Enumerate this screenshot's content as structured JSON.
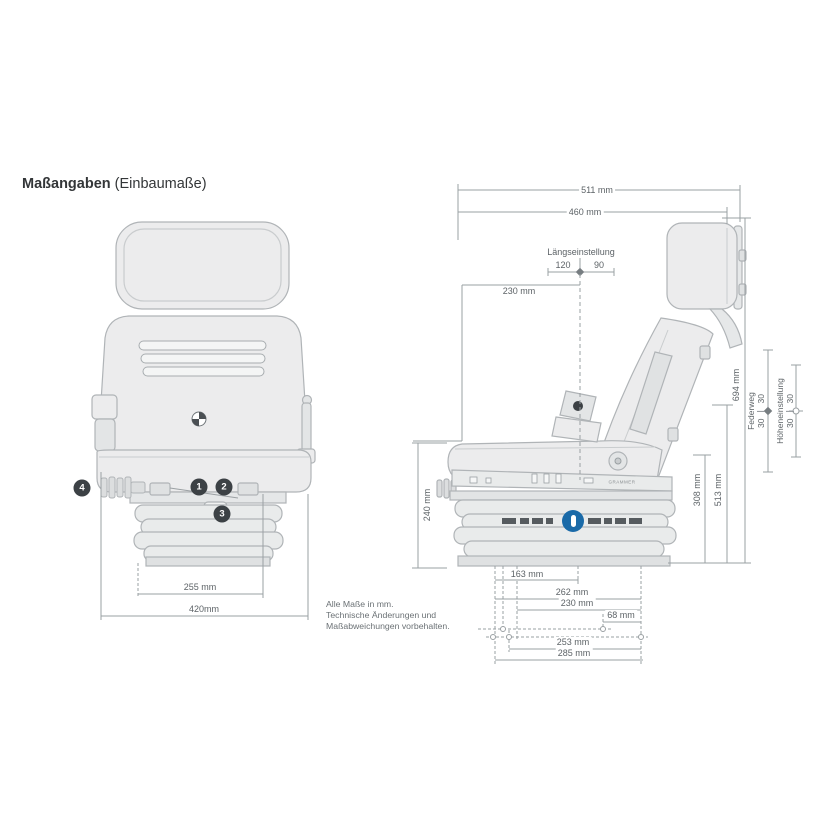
{
  "title": {
    "main": "Maßangaben",
    "sub": "(Einbaumaße)"
  },
  "note": {
    "line1": "Alle Maße in mm.",
    "line2": "Technische Änderungen und",
    "line3": "Maßabweichungen vorbehalten."
  },
  "front": {
    "callout_1": "1",
    "callout_2": "2",
    "callout_3": "3",
    "callout_4": "4",
    "dim_seat_width": "255 mm",
    "dim_total_width": "420mm"
  },
  "side": {
    "dim_511": "511 mm",
    "dim_460": "460 mm",
    "laengseinstellung": {
      "label": "Längseinstellung",
      "back": "120",
      "forward": "90"
    },
    "dim_230_top": "230 mm",
    "dim_694": "694 mm",
    "federweg": {
      "label": "Federweg",
      "up": "30",
      "down": "30"
    },
    "hoeheneinstellung": {
      "label": "Höheneinstellung",
      "up": "30",
      "down": "30"
    },
    "dim_513": "513 mm",
    "dim_308": "308 mm",
    "dim_240": "240 mm",
    "dim_163": "163 mm",
    "dim_262": "262 mm",
    "dim_230_bottom": "230 mm",
    "dim_68": "68 mm",
    "dim_253": "253 mm",
    "dim_285": "285 mm",
    "brand": "GRAMMER"
  },
  "icons": {
    "blue_marker": "vertical-capsule",
    "crosshair": "quadrant-circle",
    "callout_shape": "filled-circle"
  },
  "colors": {
    "background": "#ffffff",
    "drawing_stroke": "#b0b4b7",
    "drawing_fill": "#ececed",
    "dimension_line": "#9aa0a3",
    "dimension_text": "#5d6367",
    "callout_bg": "#3c4145",
    "accent_blue": "#1a6aa8"
  }
}
